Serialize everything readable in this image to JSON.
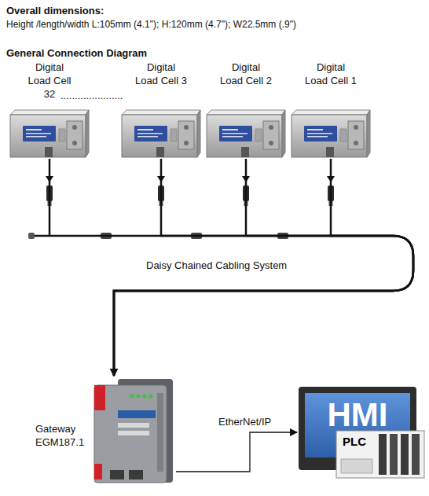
{
  "diagram": {
    "title": "General Connection Diagram",
    "nodes": [
      {
        "text": [
          "Digital Load Cell 32"
        ]
      },
      {
        "text": [
          "Digital Load Cell 3"
        ]
      },
      {
        "text": [
          "Digital Load Cell 2"
        ]
      },
      {
        "text": [
          "Digital Load Cell 1"
        ]
      },
      {
        "text": [
          "Gateway EGM187.1"
        ]
      },
      {
        "text": [
          "HMI",
          "PLC"
        ]
      }
    ],
    "edges": [
      {
        "from": 0,
        "to": 4,
        "arrow": "to"
      },
      {
        "from": 1,
        "to": 4,
        "arrow": "to"
      },
      {
        "from": 2,
        "to": 4,
        "arrow": "to"
      },
      {
        "from": 3,
        "to": 4,
        "arrow": "to"
      },
      {
        "from": 4,
        "to": 5,
        "label": "EtherNet/IP",
        "arrow": "to"
      }
    ],
    "labels": [
      "Overall dimensions:",
      "Height /length/width L:105mm (4.1\"); H:120mm (4.7\"); W22.5mm (.9\")",
      "......................",
      "Daisy Chained Cabling System"
    ]
  }
}
